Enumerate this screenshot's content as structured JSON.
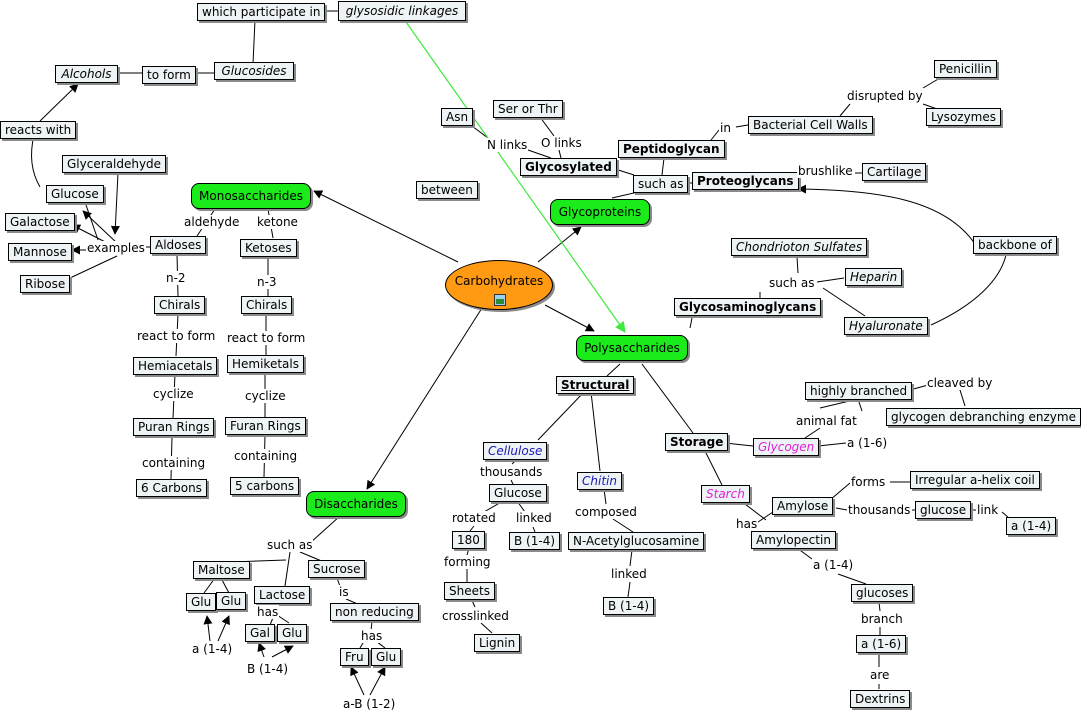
{
  "center": {
    "label": "Carbohydrates",
    "icon": "image-icon"
  },
  "colors": {
    "category_fill": "#1bea1b",
    "center_fill": "#ff9a12",
    "box_fill": "#eef3f5",
    "link_green": "#3ee83e"
  },
  "top": {
    "which_participate_in": "which participate in",
    "glycosidic_linkages": "glysosidic linkages",
    "alcohols": "Alcohols",
    "to_form": "to form",
    "glucosides": "Glucosides",
    "reacts_with": "reacts with",
    "between": "between"
  },
  "mono": {
    "title": "Monosaccharides",
    "aldehyde": "aldehyde",
    "ketone": "ketone",
    "aldoses": "Aldoses",
    "ketoses": "Ketoses",
    "examples": "examples",
    "glyceraldehyde": "Glyceraldehyde",
    "glucose": "Glucose",
    "galactose": "Galactose",
    "mannose": "Mannose",
    "ribose": "Ribose",
    "n2": "n-2",
    "n3": "n-3",
    "chirals_left": "Chirals",
    "chirals_right": "Chirals",
    "react_left": "react to form",
    "react_right": "react to form",
    "hemiacetals": "Hemiacetals",
    "hemiketals": "Hemiketals",
    "cyclize_left": "cyclize",
    "cyclize_right": "cyclize",
    "puran_rings": "Puran Rings",
    "furan_rings": "Furan Rings",
    "containing_left": "containing",
    "containing_right": "containing",
    "six_carbons": "6 Carbons",
    "five_carbons": "5 carbons"
  },
  "di": {
    "title": "Disaccharides",
    "such_as": "such as",
    "maltose": "Maltose",
    "lactose": "Lactose",
    "sucrose": "Sucrose",
    "maltose_glu1": "Glu",
    "maltose_glu2": "Glu",
    "maltose_link": "a (1-4)",
    "has_lactose": "has",
    "gal": "Gal",
    "lactose_glu": "Glu",
    "lactose_link": "B (1-4)",
    "is": "is",
    "non_reducing": "non reducing",
    "has_sucrose": "has",
    "fru": "Fru",
    "sucrose_glu": "Glu",
    "sucrose_link": "a-B (1-2)"
  },
  "glyco": {
    "title": "Glycoproteins",
    "asn": "Asn",
    "ser_thr": "Ser or Thr",
    "n_links": "N links",
    "o_links": "O links",
    "glycosylated": "Glycosylated",
    "such_as": "such as",
    "peptidoglycan": "Peptidoglycan",
    "in": "in",
    "bacterial_cell_walls": "Bacterial Cell Walls",
    "disrupted_by": "disrupted by",
    "penicillin": "Penicillin",
    "lysozymes": "Lysozymes",
    "proteoglycans": "Proteoglycans",
    "brushlike": "brushlike",
    "cartilage": "Cartilage",
    "backbone_of": "backbone of",
    "chondroiton": "Chondrioton Sulfates",
    "such_as_2": "such as",
    "heparin": "Heparin",
    "glycosaminoglycans": "Glycosaminoglycans",
    "hyaluronate": "Hyaluronate"
  },
  "poly": {
    "title": "Polysaccharides",
    "structural": "Structural",
    "cellulose": "Cellulose",
    "thousands": "thousands",
    "glucose": "Glucose",
    "rotated": "rotated",
    "linked_cell": "linked",
    "b14_cell": "B (1-4)",
    "deg180": "180",
    "forming": "forming",
    "sheets": "Sheets",
    "crosslinked": "crosslinked",
    "lignin": "Lignin",
    "chitin": "Chitin",
    "composed": "composed",
    "nacetyl": "N-Acetylglucosamine",
    "linked_chitin": "linked",
    "b14_chitin": "B (1-4)",
    "storage": "Storage",
    "highly_branched": "highly branched",
    "cleaved_by": "cleaved by",
    "animal_fat": "animal fat",
    "debranching": "glycogen debranching enzyme",
    "glycogen": "Glycogen",
    "a16_glycogen": "a (1-6)",
    "starch": "Starch",
    "forms": "forms",
    "helix": "Irregular a-helix coil",
    "amylose": "Amylose",
    "thousands_2": "thousands",
    "glucose_2": "glucose",
    "link": "link",
    "a14_amylose": "a (1-4)",
    "has": "has",
    "amylopectin": "Amylopectin",
    "a14_amylopectin": "a (1-4)",
    "glucoses": "glucoses",
    "branch": "branch",
    "a16_box": "a (1-6)",
    "are": "are",
    "dextrins": "Dextrins"
  }
}
